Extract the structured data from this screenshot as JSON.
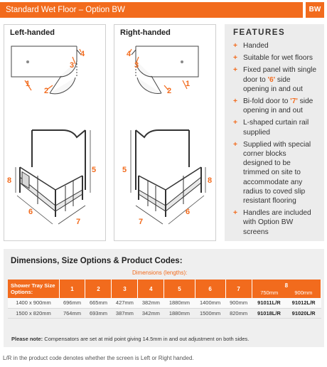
{
  "header": {
    "title": "Standard Wet Floor – Option BW",
    "badge": "BW"
  },
  "left_panel": {
    "title": "Left-handed",
    "plan_labels": [
      "1",
      "2",
      "3",
      "4"
    ],
    "diagram_labels": [
      "5",
      "6",
      "7",
      "8"
    ]
  },
  "right_panel": {
    "title": "Right-handed",
    "plan_labels": [
      "1",
      "2",
      "3",
      "4"
    ],
    "diagram_labels": [
      "5",
      "6",
      "7",
      "8"
    ]
  },
  "features": {
    "heading": "FEATURES",
    "items": [
      {
        "pre": "Handed",
        "hl": "",
        "post": ""
      },
      {
        "pre": "Suitable for wet floors",
        "hl": "",
        "post": ""
      },
      {
        "pre": "Fixed panel with single door to ",
        "hl": "'6'",
        "post": " side opening in and out"
      },
      {
        "pre": "Bi-fold door to ",
        "hl": "'7'",
        "post": " side opening in and out"
      },
      {
        "pre": "L-shaped curtain rail supplied",
        "hl": "",
        "post": ""
      },
      {
        "pre": "Supplied with special corner blocks designed to be trimmed on site to accommodate any radius to coved slip resistant flooring",
        "hl": "",
        "post": ""
      },
      {
        "pre": "Handles are included with Option BW screens",
        "hl": "",
        "post": ""
      }
    ]
  },
  "dimensions": {
    "title": "Dimensions, Size Options & Product Codes:",
    "subtitle": "Dimensions (lengths):",
    "first_header": "Shower Tray Size Options:",
    "columns": [
      "1",
      "2",
      "3",
      "4",
      "5",
      "6",
      "7"
    ],
    "col8": {
      "label": "8",
      "sub1": "750mm",
      "sub2": "900mm"
    },
    "rows": [
      {
        "size": "1400 x 900mm",
        "vals": [
          "696mm",
          "665mm",
          "427mm",
          "382mm",
          "1880mm",
          "1400mm",
          "900mm"
        ],
        "code1": "91011L/R",
        "code2": "91012L/R"
      },
      {
        "size": "1500 x 820mm",
        "vals": [
          "764mm",
          "693mm",
          "387mm",
          "342mm",
          "1880mm",
          "1500mm",
          "820mm"
        ],
        "code1": "91018L/R",
        "code2": "91020L/R"
      }
    ],
    "note_label": "Please note:",
    "note_text": " Compensators are set at mid point giving 14.5mm in and out adjustment on both sides."
  },
  "footer_note": "L/R in the product code denotes whether the screen is Left or Right handed.",
  "colors": {
    "accent": "#f26b1d",
    "panel_bg": "#ececec",
    "frame": "#333333"
  }
}
